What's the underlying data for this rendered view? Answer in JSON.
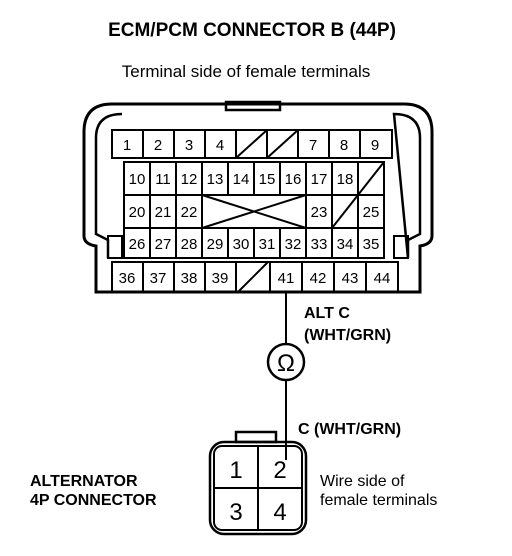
{
  "title": "ECM/PCM CONNECTOR B (44P)",
  "subtitle": "Terminal side of female terminals",
  "ecm_connector": {
    "rows": [
      [
        "1",
        "2",
        "3",
        "4",
        "",
        "",
        "7",
        "8",
        "9"
      ],
      [
        "10",
        "11",
        "12",
        "13",
        "14",
        "15",
        "16",
        "17",
        "18",
        ""
      ],
      [
        "20",
        "21",
        "22",
        "",
        "",
        "",
        "",
        "23",
        "",
        "25"
      ],
      [
        "26",
        "27",
        "28",
        "29",
        "30",
        "31",
        "32",
        "33",
        "34",
        "35"
      ],
      [
        "36",
        "37",
        "38",
        "39",
        "",
        "41",
        "42",
        "43",
        "44"
      ]
    ]
  },
  "wire_top": {
    "line1": "ALT C",
    "line2": "(WHT/GRN)"
  },
  "ohm_symbol": "Ω",
  "wire_bottom": "C (WHT/GRN)",
  "alternator": {
    "label_line1": "ALTERNATOR",
    "label_line2": "4P CONNECTOR",
    "pins": [
      "1",
      "2",
      "3",
      "4"
    ]
  },
  "wire_side": {
    "line1": "Wire side of",
    "line2": "female terminals"
  }
}
